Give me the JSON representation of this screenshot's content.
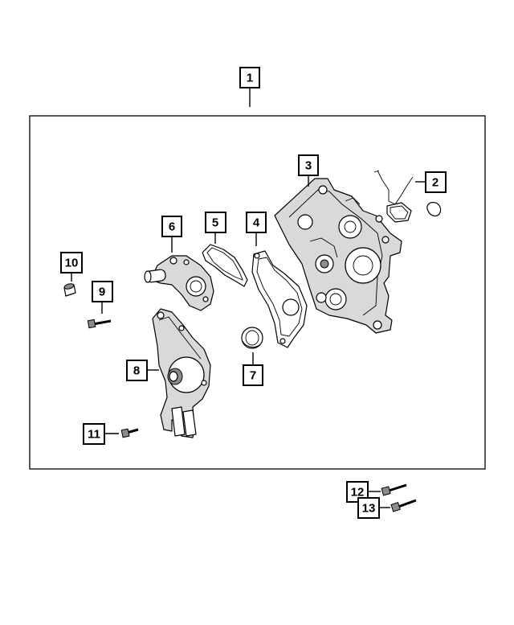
{
  "callouts": {
    "c1": "1",
    "c2": "2",
    "c3": "3",
    "c4": "4",
    "c5": "5",
    "c6": "6",
    "c7": "7",
    "c8": "8",
    "c9": "9",
    "c10": "10",
    "c11": "11",
    "c12": "12",
    "c13": "13"
  },
  "colors": {
    "line": "#000000",
    "background": "#ffffff",
    "shade": "#d9d9d9"
  }
}
